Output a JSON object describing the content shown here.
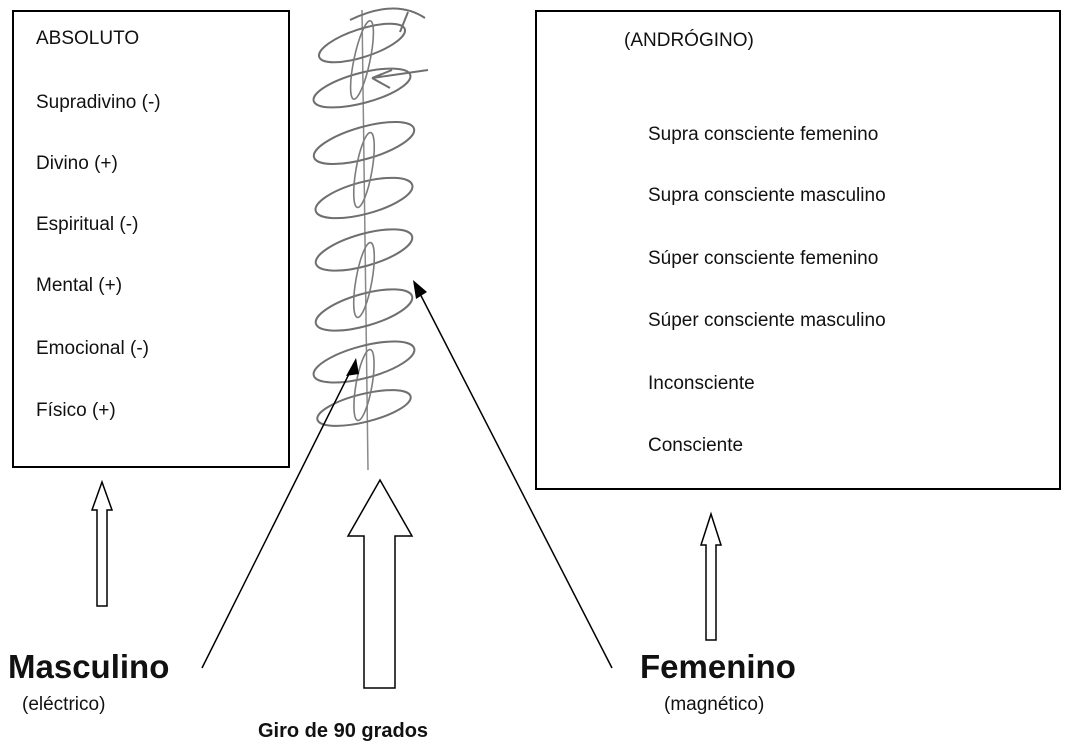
{
  "left_box": {
    "title": "ABSOLUTO",
    "items": [
      "Supradivino (-)",
      "Divino (+)",
      "Espiritual (-)",
      "Mental (+)",
      "Emocional (-)",
      "Físico (+)"
    ]
  },
  "right_box": {
    "title": "(ANDRÓGINO)",
    "items": [
      "Supra consciente femenino",
      "Supra consciente masculino",
      "Súper consciente femenino",
      "Súper consciente masculino",
      "Inconsciente",
      "Consciente"
    ]
  },
  "labels": {
    "masculino": "Masculino",
    "masculino_sub": "(eléctrico)",
    "femenino": "Femenino",
    "femenino_sub": "(magnético)",
    "giro": "Giro de 90 grados"
  }
}
